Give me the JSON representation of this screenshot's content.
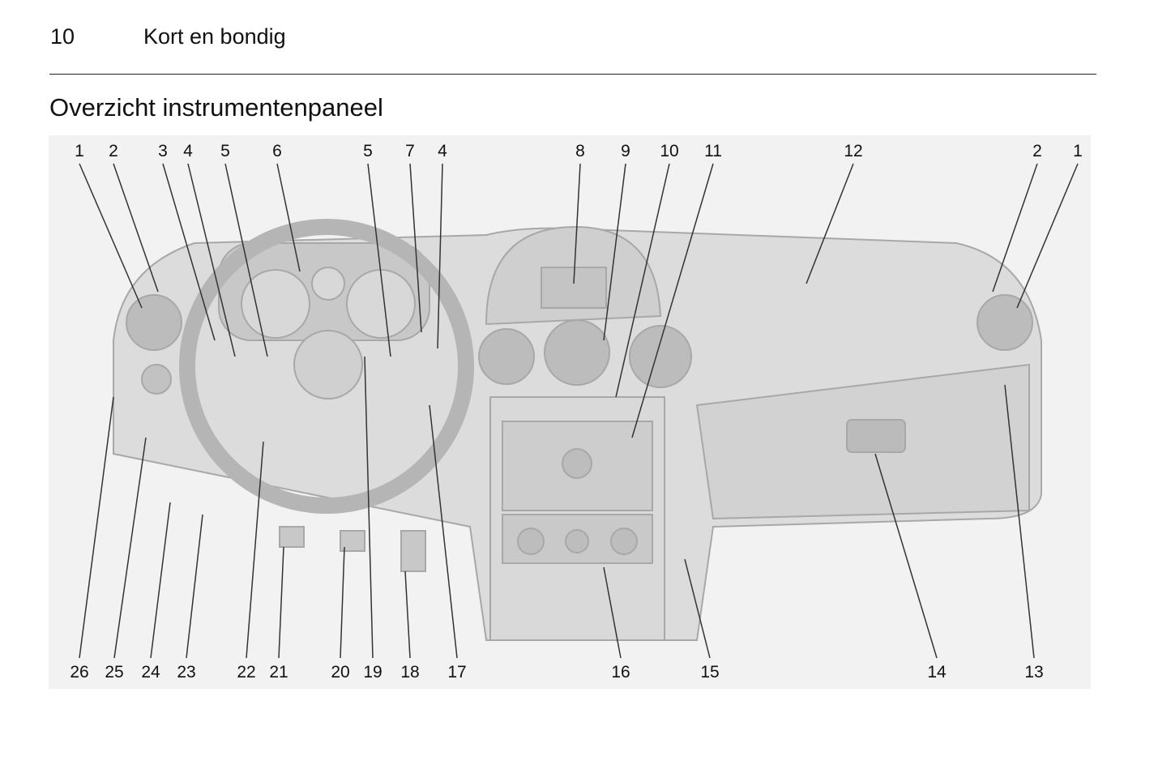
{
  "header": {
    "page_number": "10",
    "chapter": "Kort en bondig"
  },
  "section_title": "Overzicht instrumentenpaneel",
  "figure": {
    "top_labels": [
      "1",
      "2",
      "3",
      "4",
      "5",
      "6",
      "5",
      "7",
      "4",
      "8",
      "9",
      "10",
      "11",
      "12",
      "2",
      "1"
    ],
    "bottom_labels": [
      "26",
      "25",
      "24",
      "23",
      "22",
      "21",
      "20",
      "19",
      "18",
      "17",
      "16",
      "15",
      "14",
      "13"
    ]
  }
}
